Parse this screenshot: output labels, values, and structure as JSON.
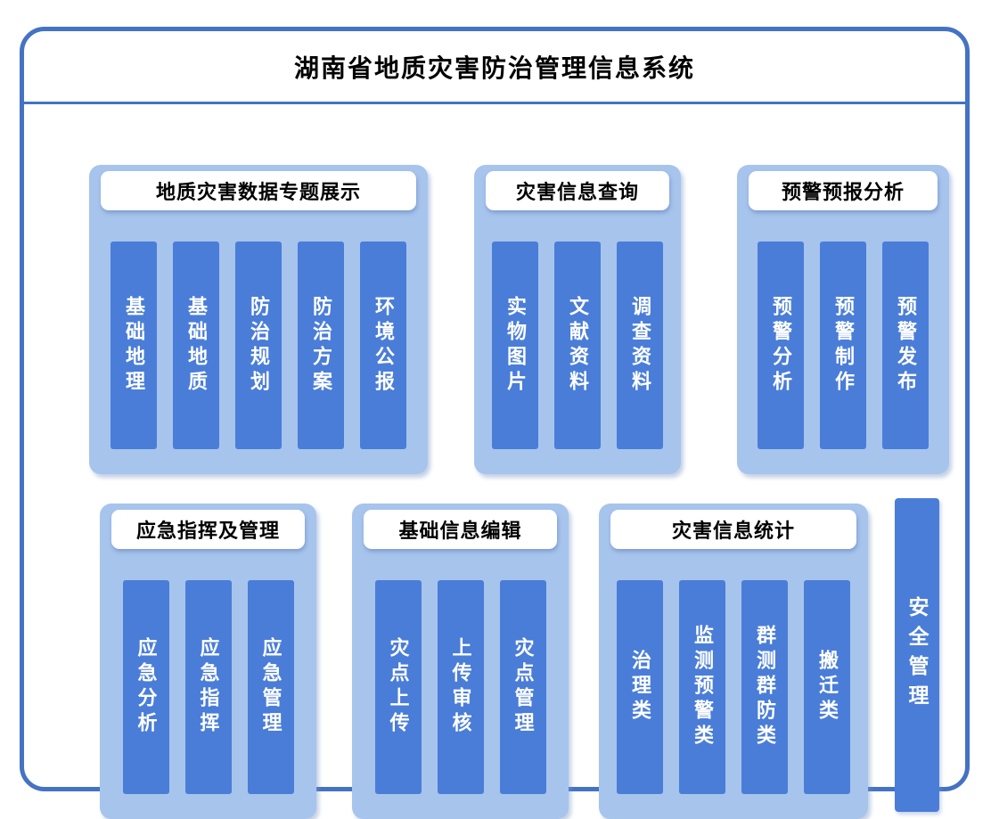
{
  "title": "湖南省地质灾害防治管理信息系统",
  "groups": [
    {
      "title": "地质灾害数据专题展示",
      "items": [
        "基础地理",
        "基础地质",
        "防治规划",
        "防治方案",
        "环境公报"
      ]
    },
    {
      "title": "灾害信息查询",
      "items": [
        "实物图片",
        "文献资料",
        "调查资料"
      ]
    },
    {
      "title": "预警预报分析",
      "items": [
        "预警分析",
        "预警制作",
        "预警发布"
      ]
    },
    {
      "title": "应急指挥及管理",
      "items": [
        "应急分析",
        "应急指挥",
        "应急管理"
      ]
    },
    {
      "title": "基础信息编辑",
      "items": [
        "灾点上传",
        "上传审核",
        "灾点管理"
      ]
    },
    {
      "title": "灾害信息统计",
      "items": [
        "治理类",
        "监测预警类",
        "群测群防类",
        "搬迁类"
      ]
    }
  ],
  "side_bar": {
    "label": "安全管理"
  },
  "colors": {
    "--border-blue": "#4472C4",
    "--group-bg": "#A7C4ED",
    "--item-bg": "#4A7DD8",
    "--title-color": "#000000",
    "--item-text": "#ffffff"
  }
}
